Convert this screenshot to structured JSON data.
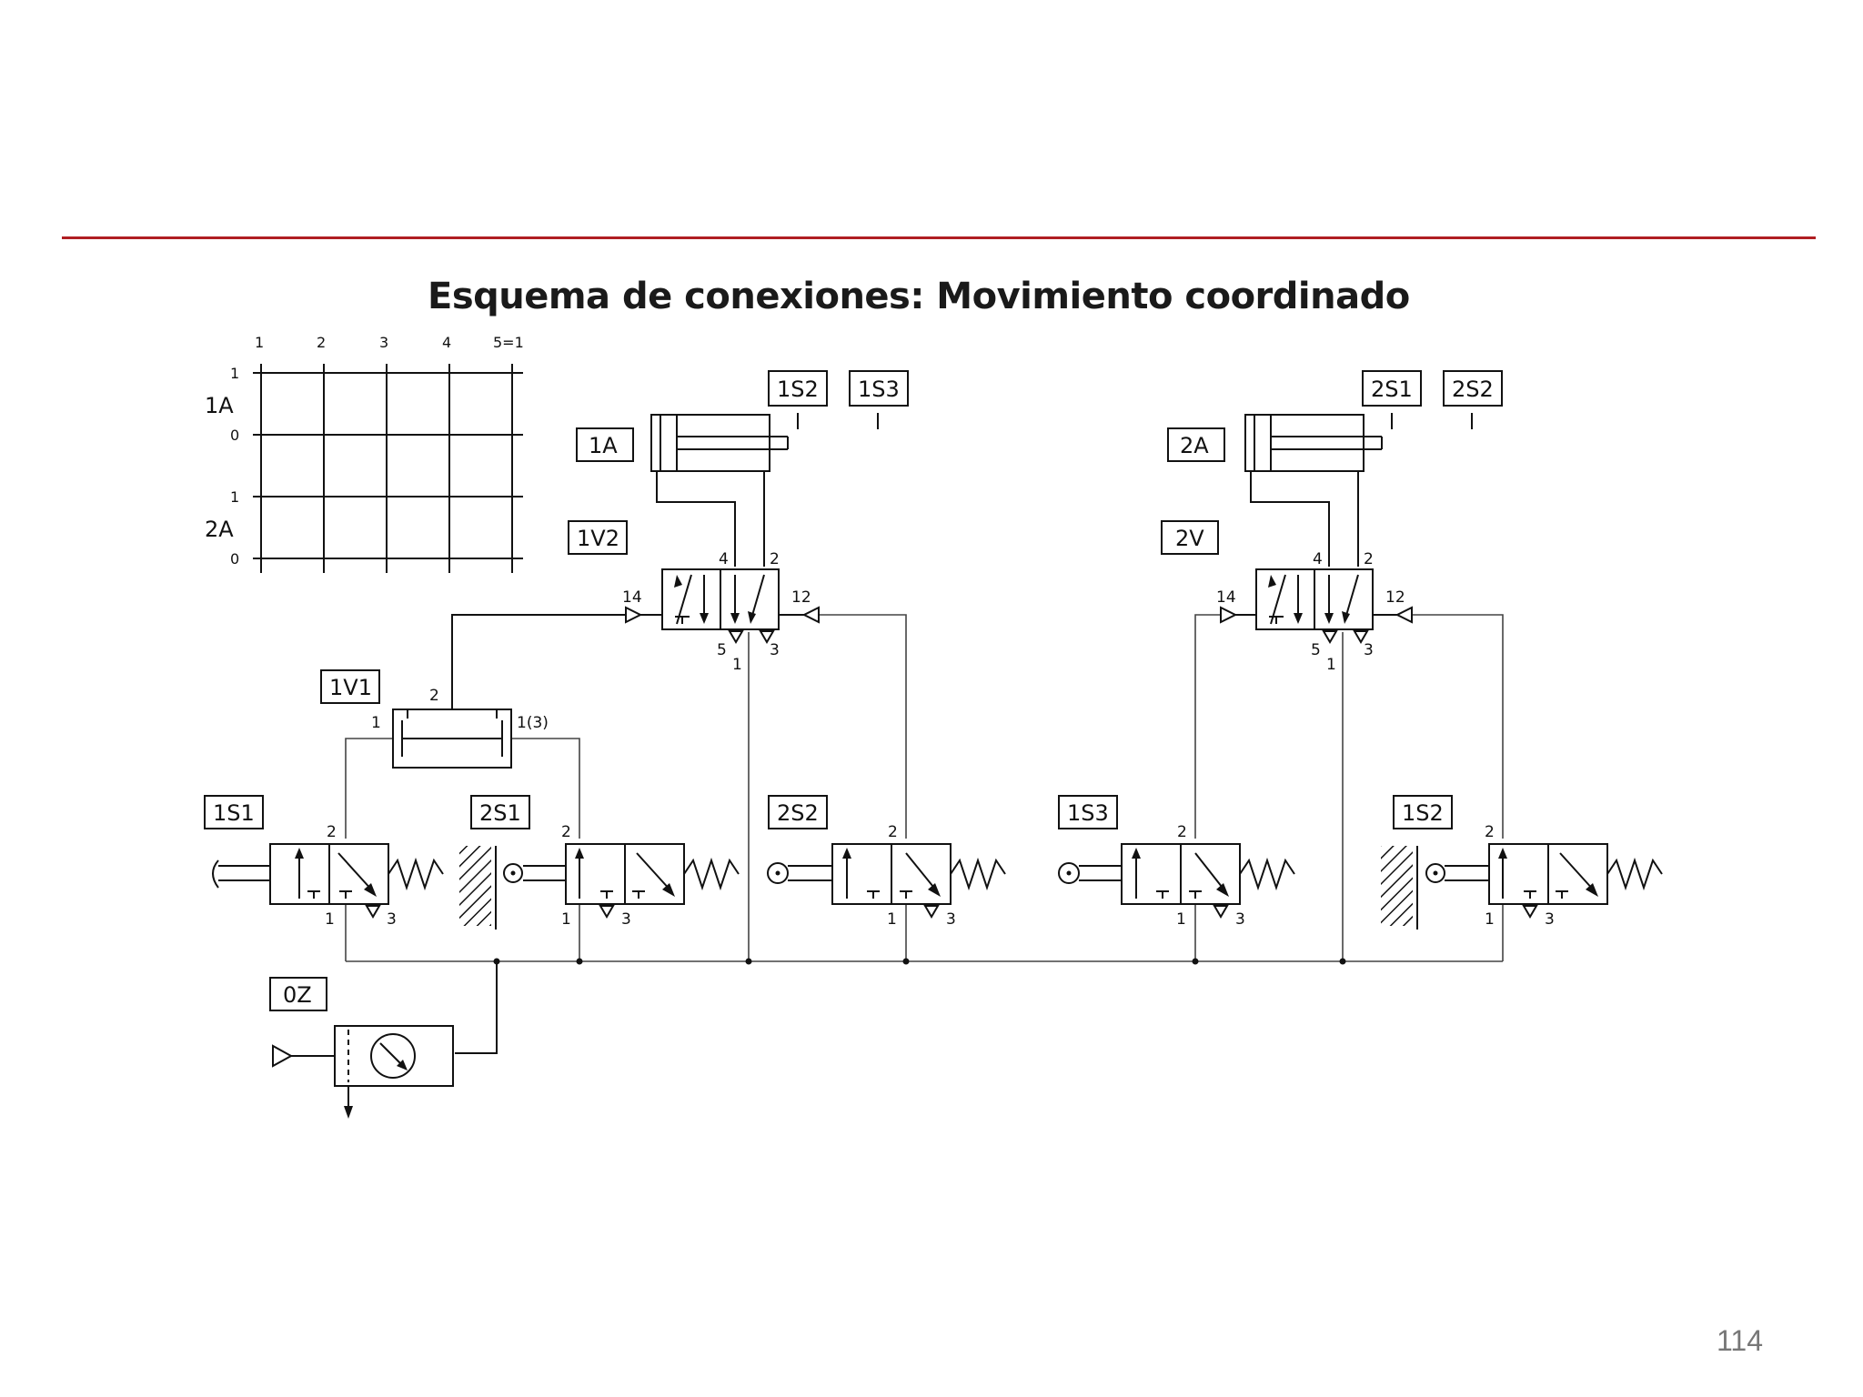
{
  "title": "Esquema de conexiones: Movimiento coordinado",
  "page_number": "114",
  "colors": {
    "accent_rule": "#b01e23",
    "line": "#111111",
    "page_number": "#777777"
  },
  "grid": {
    "columns": [
      "1",
      "2",
      "3",
      "4",
      "5=1"
    ],
    "rows": [
      {
        "name": "1A",
        "high": "1",
        "low": "0"
      },
      {
        "name": "2A",
        "high": "1",
        "low": "0"
      }
    ]
  },
  "components": {
    "cyl1": "1A",
    "cyl2": "2A",
    "sensor_1s2_top": "1S2",
    "sensor_1s3_top": "1S3",
    "sensor_2s1_top": "2S1",
    "sensor_2s2_top": "2S2",
    "valve_1v2": "1V2",
    "valve_2v": "2V",
    "valve_1v1": "1V1",
    "valve_1s1": "1S1",
    "valve_2s1": "2S1",
    "valve_2s2": "2S2",
    "valve_1s3": "1S3",
    "valve_1s2": "1S2",
    "service_unit": "0Z"
  },
  "ports": {
    "p1": "1",
    "p2": "2",
    "p3": "3",
    "p4": "4",
    "p5": "5",
    "p12": "12",
    "p14": "14",
    "p13": "1(3)"
  }
}
